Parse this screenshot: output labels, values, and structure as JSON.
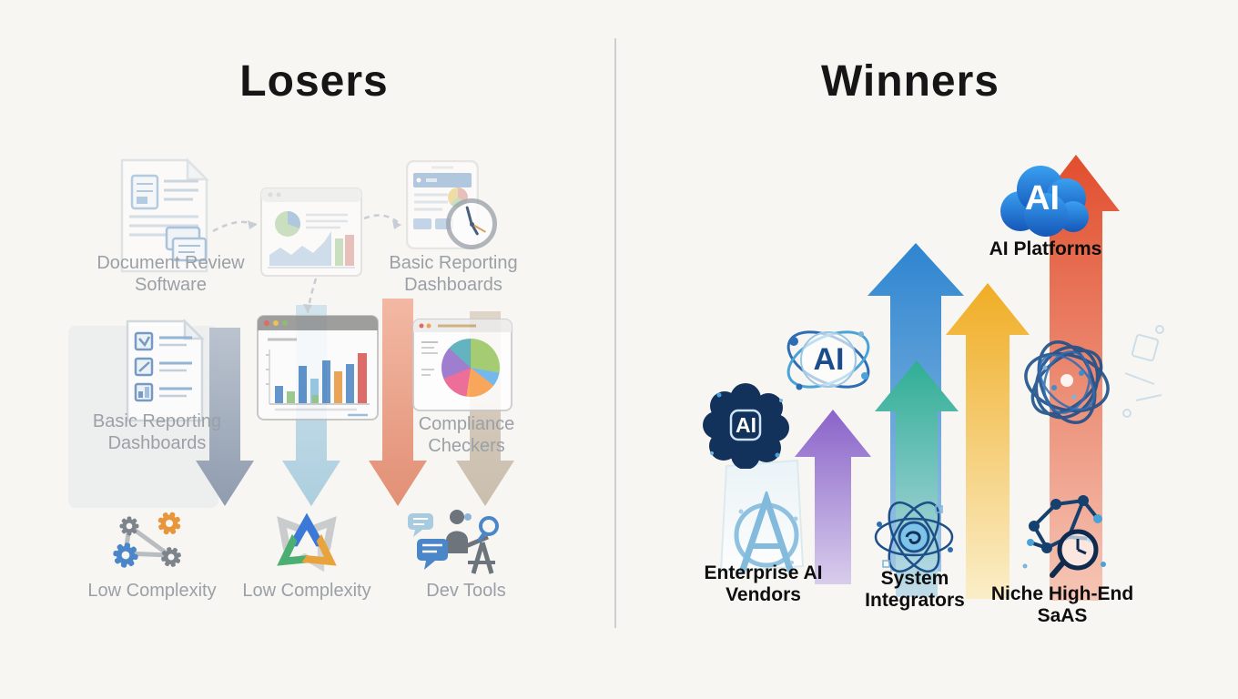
{
  "left": {
    "title": "Losers",
    "labels": {
      "doc_review": "Document Review\nSoftware",
      "reporting_top": "Basic Reporting\nDashboards",
      "reporting_mid": "Basic Reporting\nDashboards",
      "compliance": "Compliance Checkers",
      "complexity1": "Low Complexity",
      "complexity2": "Low Complexity",
      "dev_tools": "Dev Tools"
    }
  },
  "right": {
    "title": "Winners",
    "labels": {
      "ai_platforms": "AI Platforms",
      "enterprise": "Enterprise AI\nVendors",
      "integrators": "System\nIntegrators",
      "niche": "Niche High-End\nSaAS"
    },
    "badges": {
      "cloud": "AI",
      "atom": "AI",
      "flower": "AI"
    }
  },
  "colors": {
    "background": "#f7f6f3",
    "divider": "#cfcfcf",
    "left_label_gray": "#9aa0a6",
    "right_label_black": "#0e0e0e",
    "down_arrow_gray": "#8795a9",
    "down_arrow_lightblue": "#a6cbdd",
    "down_arrow_salmon": "#e0876a",
    "down_arrow_tan": "#c6b9a7",
    "up_arrow_purple": "#8a63c9",
    "up_arrow_blue": "#2e85d0",
    "up_arrow_teal": "#2fae94",
    "up_arrow_yellow": "#f0ad25",
    "up_arrow_red": "#e14e2d",
    "ai_cloud_blue": "#1e6fd0",
    "badge_navy": "#12325c"
  }
}
